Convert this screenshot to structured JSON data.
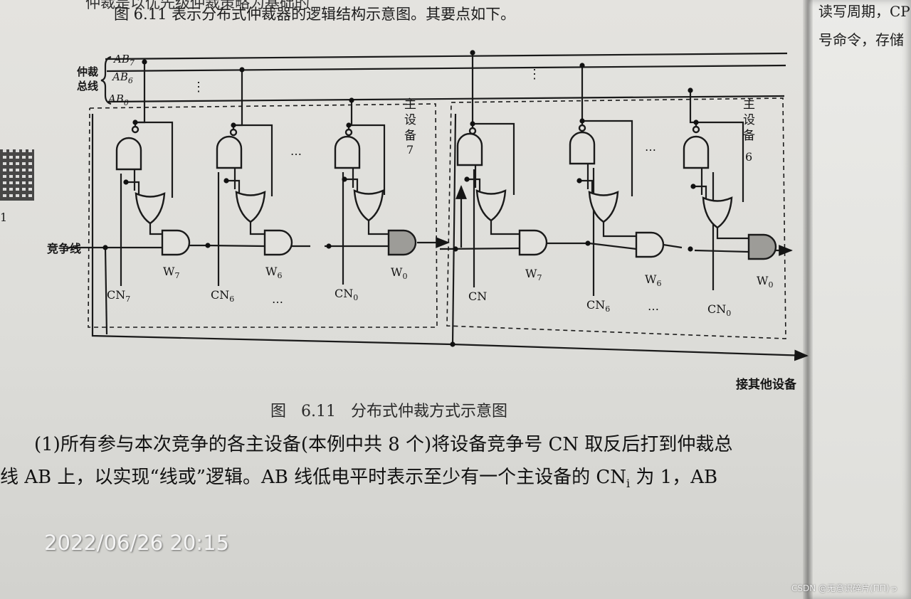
{
  "page": {
    "top_cut": "仲裁是以优先级仲裁策略为基础的",
    "intro": "图 6.11 表示分布式仲裁器的逻辑结构示意图。其要点如下。",
    "right_line_1": "读写周期，CP",
    "right_line_2": "号命令，存储",
    "qr_number": "1",
    "caption": "图 6.11 分布式仲裁方式示意图",
    "paragraph_1": "(1)所有参与本次竞争的各主设备(本例中共 8 个)将设备竞争号 CN 取反后打到仲裁总",
    "paragraph_2": "线 AB 上，以实现“线或”逻辑。AB 线低电平时表示至少有一个主设备的 CN",
    "paragraph_2_sub": "i",
    "paragraph_2_tail": " 为 1，AB",
    "timestamp": "2022/06/26 20:15",
    "watermark": "CSDN @无意识碎片(ΠΠ)っ"
  },
  "diagram": {
    "bus_group_label_1": "仲裁",
    "bus_group_label_2": "总线",
    "bus_lines": [
      {
        "base": "AB",
        "sub": "7"
      },
      {
        "base": "AB",
        "sub": "6"
      },
      {
        "base": "AB",
        "sub": "0"
      }
    ],
    "bus_ellipsis": "⋮",
    "contention_line_label": "竞争线",
    "other_devices_label": "接其他设备",
    "masters": [
      {
        "name_chars": [
          "主",
          "设",
          "备",
          "7"
        ],
        "cells": [
          {
            "w_base": "W",
            "w_sub": "7",
            "cn_base": "CN",
            "cn_sub": "7"
          },
          {
            "w_base": "W",
            "w_sub": "6",
            "cn_base": "CN",
            "cn_sub": "6"
          },
          {
            "w_base": "W",
            "w_sub": "0",
            "cn_base": "CN",
            "cn_sub": "0"
          }
        ],
        "ellipsis_top": "…",
        "ellipsis_bottom": "…"
      },
      {
        "name_chars": [
          "主",
          "设",
          "备",
          "6"
        ],
        "cells": [
          {
            "w_base": "W",
            "w_sub": "7",
            "cn_base": "CN",
            "cn_sub": ""
          },
          {
            "w_base": "W",
            "w_sub": "6",
            "cn_base": "CN",
            "cn_sub": "6"
          },
          {
            "w_base": "W",
            "w_sub": "0",
            "cn_base": "CN",
            "cn_sub": "0"
          }
        ],
        "ellipsis_top": "…",
        "ellipsis_bottom": "…"
      }
    ]
  }
}
